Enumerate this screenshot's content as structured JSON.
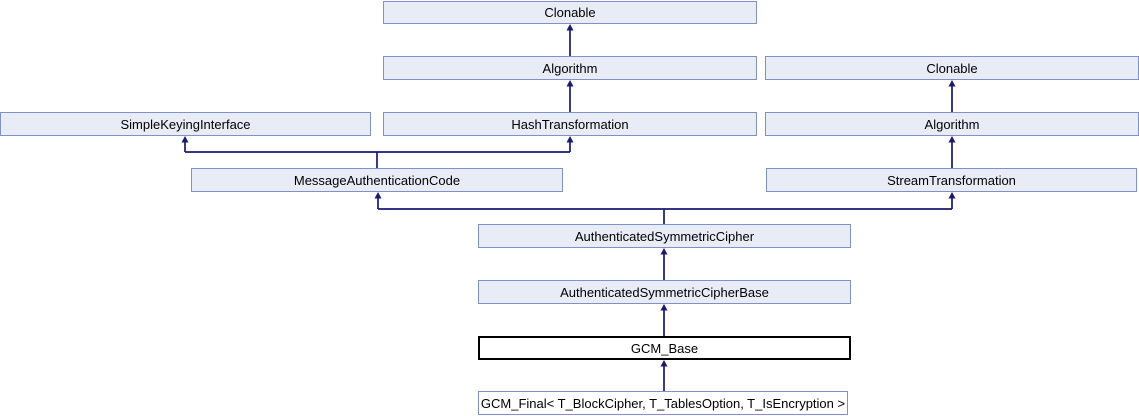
{
  "diagram": {
    "kind": "class-inheritance-diagram",
    "current_class": "GCM_Base",
    "colors": {
      "background": "#ffffff",
      "node_fill": "#e8ecf6",
      "node_border": "#8191c4",
      "current_node_fill": "#ffffff",
      "current_node_border": "#000000",
      "truncated_node_fill": "#ffffff",
      "arrow": "#191970",
      "text": "#000000"
    },
    "nodes": [
      {
        "id": "clonable-mid",
        "label": "Clonable"
      },
      {
        "id": "algorithm-mid",
        "label": "Algorithm"
      },
      {
        "id": "simple-keying-interface",
        "label": "SimpleKeyingInterface"
      },
      {
        "id": "hash-transformation",
        "label": "HashTransformation"
      },
      {
        "id": "clonable-right",
        "label": "Clonable"
      },
      {
        "id": "algorithm-right",
        "label": "Algorithm"
      },
      {
        "id": "message-authentication-code",
        "label": "MessageAuthenticationCode"
      },
      {
        "id": "stream-transformation",
        "label": "StreamTransformation"
      },
      {
        "id": "authenticated-symmetric-cipher",
        "label": "AuthenticatedSymmetricCipher"
      },
      {
        "id": "authenticated-symmetric-cipher-base",
        "label": "AuthenticatedSymmetricCipherBase"
      },
      {
        "id": "gcm-base",
        "label": "GCM_Base"
      },
      {
        "id": "gcm-final",
        "label": "GCM_Final< T_BlockCipher, T_TablesOption, T_IsEncryption >"
      }
    ],
    "edges": [
      {
        "from": "algorithm-mid",
        "to": "clonable-mid"
      },
      {
        "from": "hash-transformation",
        "to": "algorithm-mid"
      },
      {
        "from": "algorithm-right",
        "to": "clonable-right"
      },
      {
        "from": "stream-transformation",
        "to": "algorithm-right"
      },
      {
        "from": "message-authentication-code",
        "to": "simple-keying-interface"
      },
      {
        "from": "message-authentication-code",
        "to": "hash-transformation"
      },
      {
        "from": "authenticated-symmetric-cipher",
        "to": "message-authentication-code"
      },
      {
        "from": "authenticated-symmetric-cipher",
        "to": "stream-transformation"
      },
      {
        "from": "authenticated-symmetric-cipher-base",
        "to": "authenticated-symmetric-cipher"
      },
      {
        "from": "gcm-base",
        "to": "authenticated-symmetric-cipher-base"
      },
      {
        "from": "gcm-final",
        "to": "gcm-base"
      }
    ]
  }
}
